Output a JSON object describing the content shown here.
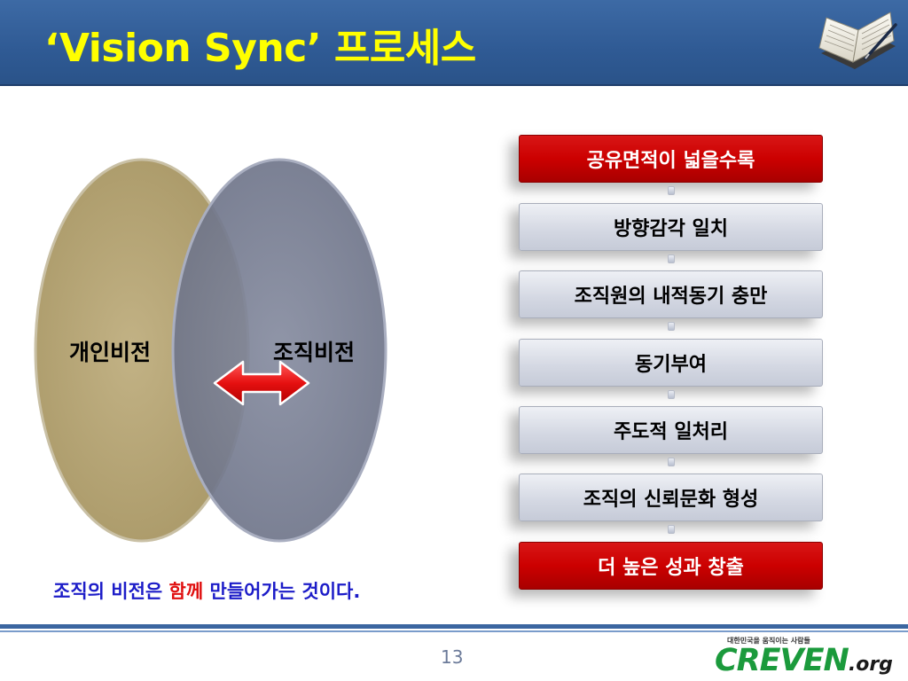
{
  "header": {
    "title": "‘Vision Sync’ 프로세스",
    "icon": "open-book-with-pen-icon",
    "background": "#2f5a94",
    "title_color": "#ffff00"
  },
  "venn": {
    "left_label": "개인비전",
    "right_label": "조직비전",
    "left_color": "#b5a57a",
    "right_color": "#7a8094",
    "arrow_icon": "double-arrow-icon",
    "arrow_color": "#e01515"
  },
  "caption": {
    "part1": "조직의 비전은 ",
    "highlight": "함께",
    "part2": " 만들어가는 것이다."
  },
  "process": {
    "steps": [
      {
        "label": "공유면적이 넓을수록",
        "style": "red"
      },
      {
        "label": "방향감각 일치",
        "style": "grey"
      },
      {
        "label": "조직원의 내적동기 충만",
        "style": "grey"
      },
      {
        "label": "동기부여",
        "style": "grey"
      },
      {
        "label": "주도적 일처리",
        "style": "grey"
      },
      {
        "label": "조직의 신뢰문화 형성",
        "style": "grey"
      },
      {
        "label": "더 높은 성과 창출",
        "style": "red"
      }
    ]
  },
  "footer": {
    "page_number": "13",
    "logo_tagline": "대한민국을 움직이는 사람들",
    "logo_main": "CREVEN",
    "logo_suffix": ".org"
  }
}
